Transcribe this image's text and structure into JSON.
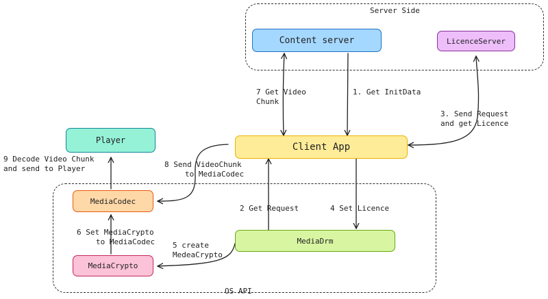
{
  "regions": {
    "server": {
      "label": "Server Side"
    },
    "os": {
      "label": "OS API"
    }
  },
  "nodes": {
    "content_server": {
      "label": "Content server",
      "color": "#a5d8ff",
      "border": "#1971c2"
    },
    "licence_server": {
      "label": "LicenceServer",
      "color": "#eebefa",
      "border": "#862e9c"
    },
    "client_app": {
      "label": "Client App",
      "color": "#ffec99",
      "border": "#e8b100"
    },
    "player": {
      "label": "Player",
      "color": "#96f2d7",
      "border": "#0c8599"
    },
    "media_codec": {
      "label": "MediaCodec",
      "color": "#ffd8a8",
      "border": "#e8590c"
    },
    "media_drm": {
      "label": "MediaDrm",
      "color": "#d8f5a2",
      "border": "#66a80f"
    },
    "media_crypto": {
      "label": "MediaCrypto",
      "color": "#fcc2d7",
      "border": "#c2255c"
    }
  },
  "edges": {
    "get_video_chunk": {
      "lines": [
        "7 Get Video",
        "Chunk"
      ]
    },
    "get_init_data": {
      "lines": [
        "1. Get InitData"
      ]
    },
    "send_request_licence": {
      "lines": [
        "3. Send Request",
        "and get Licence"
      ]
    },
    "decode_video_chunk": {
      "lines": [
        "9 Decode Video Chunk",
        "and send to Player"
      ]
    },
    "send_video_chunk": {
      "lines": [
        "8 Send VideoChunk",
        "to MediaCodec"
      ]
    },
    "get_request": {
      "lines": [
        "2 Get Request"
      ]
    },
    "set_licence": {
      "lines": [
        "4 Set Licence"
      ]
    },
    "set_media_crypto": {
      "lines": [
        "6 Set MediaCrypto",
        "to MediaCodec"
      ]
    },
    "create_media_crypto": {
      "lines": [
        "5 create",
        "MedeaCrypto"
      ]
    }
  }
}
